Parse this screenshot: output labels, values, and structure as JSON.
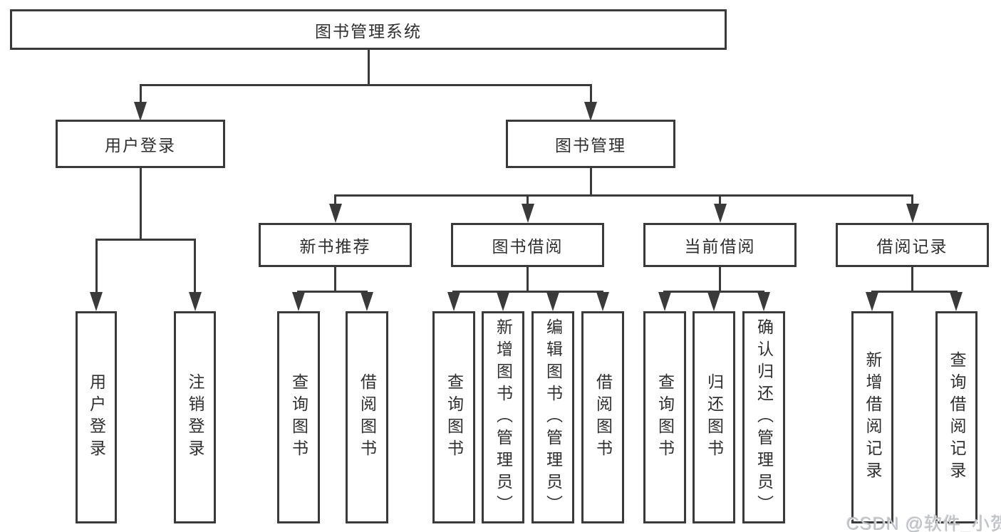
{
  "diagram": {
    "root": {
      "label": "图书管理系统",
      "children": [
        {
          "label": "用户登录",
          "children": [
            {
              "label": "用户登录"
            },
            {
              "label": "注销登录"
            }
          ]
        },
        {
          "label": "图书管理",
          "children": [
            {
              "label": "新书推荐",
              "children": [
                {
                  "label": "查询图书"
                },
                {
                  "label": "借阅图书"
                }
              ]
            },
            {
              "label": "图书借阅",
              "children": [
                {
                  "label": "查询图书"
                },
                {
                  "label": "新增图书（管理员）"
                },
                {
                  "label": "编辑图书（管理员）"
                },
                {
                  "label": "借阅图书"
                }
              ]
            },
            {
              "label": "当前借阅",
              "children": [
                {
                  "label": "查询图书"
                },
                {
                  "label": "归还图书"
                },
                {
                  "label": "确认归还（管理员）"
                }
              ]
            },
            {
              "label": "借阅记录",
              "children": [
                {
                  "label": "新增借阅记录"
                },
                {
                  "label": "查询借阅记录"
                }
              ]
            }
          ]
        }
      ]
    }
  },
  "watermark": "CSDN @软件_小贺同学",
  "colors": {
    "line": "#3a3a3a",
    "text": "#2f2f2f",
    "watermark": "#bdc1c5",
    "background": "#ffffff"
  }
}
